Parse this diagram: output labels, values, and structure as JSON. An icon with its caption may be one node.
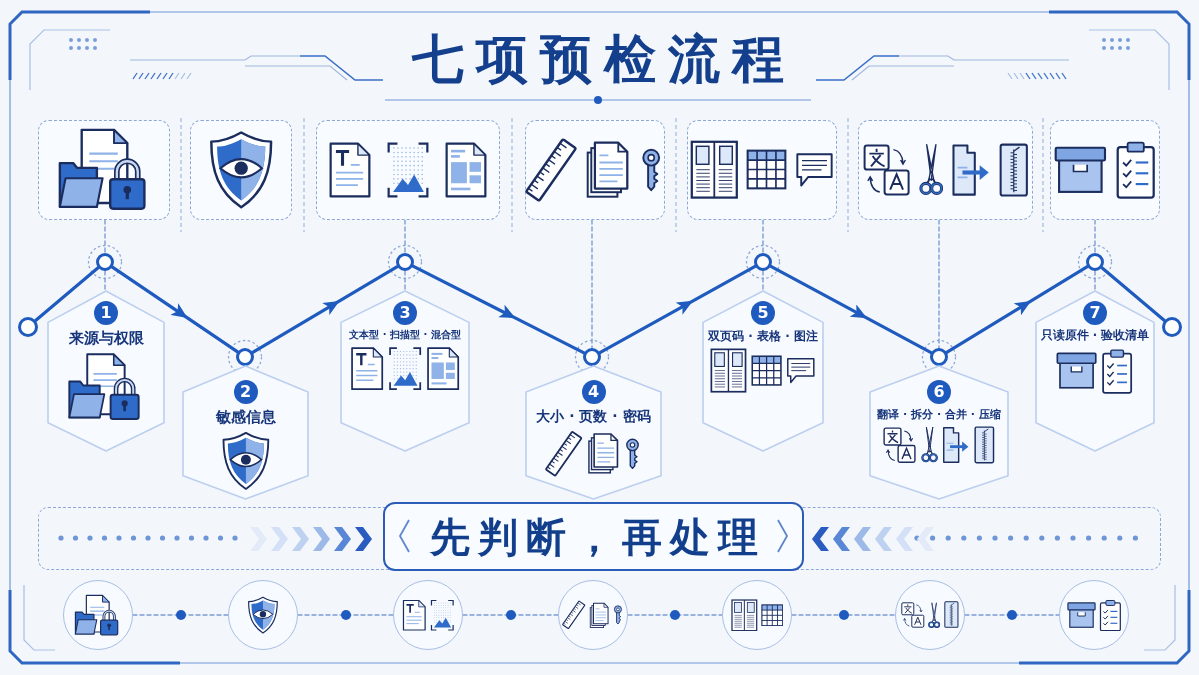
{
  "diagram": {
    "title": "七项预检流程",
    "nodes": [
      {
        "text": [],
        "shape": "box"
      },
      {
        "text": [],
        "shape": "box"
      },
      {
        "text": [],
        "shape": "box"
      },
      {
        "text": [],
        "shape": "box"
      },
      {
        "text": [],
        "shape": "box"
      },
      {
        "text": [],
        "shape": "box"
      },
      {
        "text": [],
        "shape": "box"
      },
      {
        "text": [],
        "shape": "circle"
      },
      {
        "text": [],
        "shape": "circle"
      },
      {
        "text": [],
        "shape": "circle"
      },
      {
        "text": [],
        "shape": "circle"
      },
      {
        "text": [],
        "shape": "circle"
      },
      {
        "text": [],
        "shape": "circle"
      },
      {
        "text": [],
        "shape": "circle"
      },
      {
        "text": [],
        "shape": "circle"
      },
      {
        "text": [],
        "shape": "circle"
      },
      {
        "text": [
          "1",
          "来源与权限"
        ]
      },
      {
        "text": [
          "2",
          "敏感信息"
        ]
      },
      {
        "text": [
          "3",
          "文本型 · 扫描型 · 混合型"
        ]
      },
      {
        "text": [
          "4",
          "大小 · 页数 · 密码"
        ]
      },
      {
        "text": [
          "5",
          "双页码 · 表格 · 图注"
        ]
      },
      {
        "text": [
          "6",
          "翻译 · 拆分 · 合并 · 压缩"
        ]
      },
      {
        "text": [
          "7",
          "只读原件 · 验收清单"
        ]
      },
      {
        "text": [
          "先判断，再处理"
        ]
      },
      {
        "text": [],
        "shape": "circle"
      },
      {
        "text": [],
        "shape": "circle"
      },
      {
        "text": [],
        "shape": "circle"
      },
      {
        "text": [],
        "shape": "circle"
      },
      {
        "text": [],
        "shape": "circle"
      },
      {
        "text": [],
        "shape": "circle"
      },
      {
        "text": [],
        "shape": "circle"
      }
    ],
    "edges": [
      {
        "from": 7,
        "to": 8,
        "arrow": "none",
        "style": "thick",
        "color": "#1f5bbf"
      },
      {
        "from": 8,
        "to": 9,
        "arrow": "to",
        "style": "thick",
        "color": "#1f5bbf"
      },
      {
        "from": 9,
        "to": 10,
        "arrow": "to",
        "style": "thick",
        "color": "#1f5bbf"
      },
      {
        "from": 10,
        "to": 11,
        "arrow": "to",
        "style": "thick",
        "color": "#1f5bbf"
      },
      {
        "from": 11,
        "to": 12,
        "arrow": "to",
        "style": "thick",
        "color": "#1f5bbf"
      },
      {
        "from": 12,
        "to": 13,
        "arrow": "to",
        "style": "thick",
        "color": "#1f5bbf"
      },
      {
        "from": 13,
        "to": 14,
        "arrow": "to",
        "style": "thick",
        "color": "#1f5bbf"
      },
      {
        "from": 14,
        "to": 15,
        "arrow": "none",
        "style": "thick",
        "color": "#1f5bbf"
      },
      {
        "from": 0,
        "to": 8,
        "arrow": "none",
        "style": "dashed"
      },
      {
        "from": 2,
        "to": 10,
        "arrow": "none",
        "style": "dashed"
      },
      {
        "from": 3,
        "to": 11,
        "arrow": "none",
        "style": "dashed"
      },
      {
        "from": 4,
        "to": 12,
        "arrow": "none",
        "style": "dashed"
      },
      {
        "from": 5,
        "to": 13,
        "arrow": "none",
        "style": "dashed"
      },
      {
        "from": 6,
        "to": 14,
        "arrow": "none",
        "style": "dashed"
      },
      {
        "from": 8,
        "to": 16,
        "arrow": "none",
        "style": "dashed"
      },
      {
        "from": 10,
        "to": 18,
        "arrow": "none",
        "style": "dashed"
      },
      {
        "from": 12,
        "to": 20,
        "arrow": "none",
        "style": "dashed"
      },
      {
        "from": 14,
        "to": 22,
        "arrow": "none",
        "style": "dashed"
      },
      {
        "from": 24,
        "to": 25,
        "arrow": "none",
        "style": "dashed"
      },
      {
        "from": 25,
        "to": 26,
        "arrow": "none",
        "style": "dashed"
      },
      {
        "from": 26,
        "to": 27,
        "arrow": "none",
        "style": "dashed"
      },
      {
        "from": 27,
        "to": 28,
        "arrow": "none",
        "style": "dashed"
      },
      {
        "from": 28,
        "to": 29,
        "arrow": "none",
        "style": "dashed"
      },
      {
        "from": 29,
        "to": 30,
        "arrow": "none",
        "style": "dashed"
      }
    ]
  }
}
